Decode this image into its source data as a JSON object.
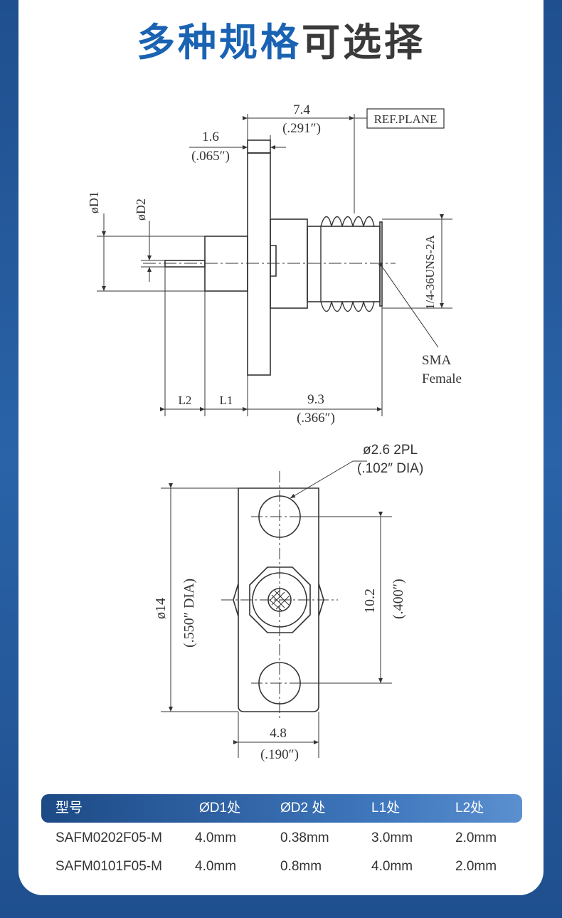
{
  "title": {
    "part1": "多种规格",
    "part2": "可选择"
  },
  "side_drawing": {
    "dim_total": "7.4",
    "dim_total_in": "(.291″)",
    "dim_flange": "1.6",
    "dim_flange_in": "(.065″)",
    "ref_plane": "REF.PLANE",
    "d1": "øD1",
    "d2": "øD2",
    "thread": "1/4-36UNS-2A",
    "sma": "SMA",
    "female": "Female",
    "l2": "L2",
    "l1": "L1",
    "dim_body": "9.3",
    "dim_body_in": "(.366″)"
  },
  "front_drawing": {
    "hole": "ø2.6 2PL",
    "hole_in": "(.102″ DIA)",
    "dia": "ø14",
    "dia_in": "(.550″ DIA)",
    "spacing": "10.2",
    "spacing_in": "(.400″)",
    "width": "4.8",
    "width_in": "(.190″)"
  },
  "table": {
    "headers": [
      "型号",
      "ØD1处",
      "ØD2 处",
      "L1处",
      "L2处"
    ],
    "rows": [
      [
        "SAFM0202F05-M",
        "4.0mm",
        "0.38mm",
        "3.0mm",
        "2.0mm"
      ],
      [
        "SAFM0101F05-M",
        "4.0mm",
        "0.8mm",
        "4.0mm",
        "2.0mm"
      ]
    ]
  }
}
